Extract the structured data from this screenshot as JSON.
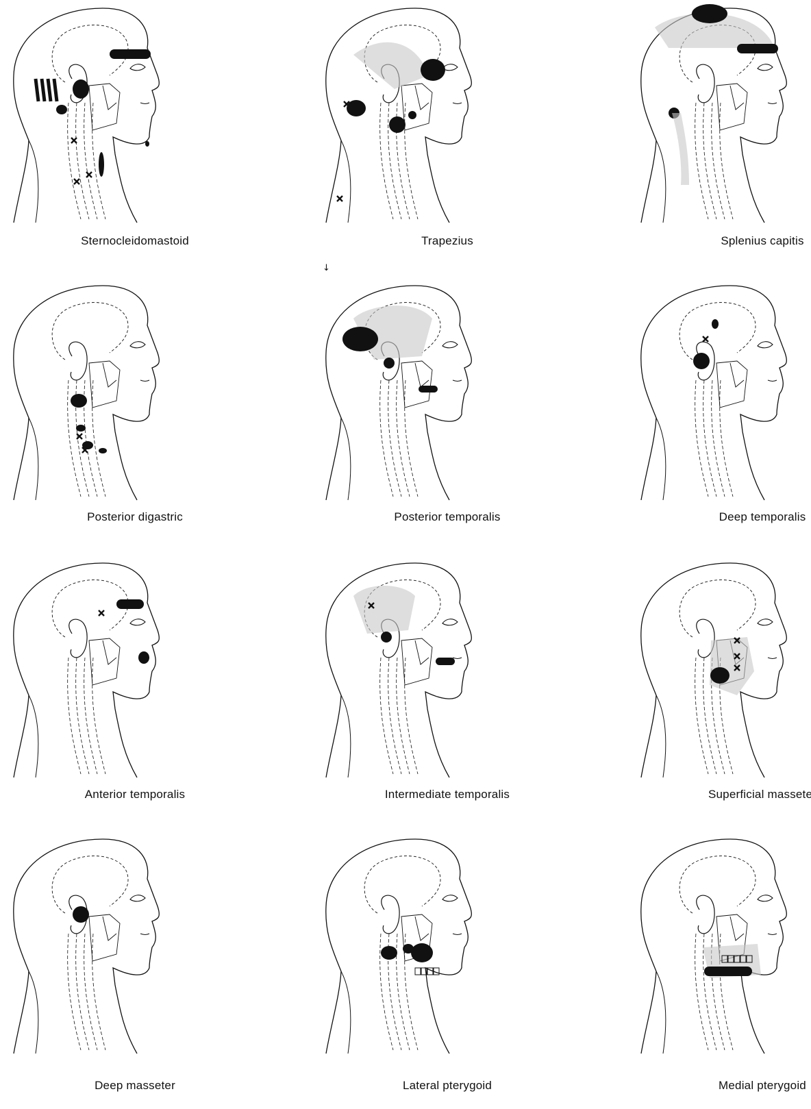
{
  "figure": {
    "panels": [
      {
        "id": "scm",
        "label": "Sternocleidomastoid",
        "zones": [
          "temple-band",
          "ear-blob",
          "occipital-stripes",
          "jaw-tip"
        ],
        "markers": 3
      },
      {
        "id": "trap",
        "label": "Trapezius",
        "zones": [
          "temple-blob",
          "jaw-blob",
          "cheek-dot",
          "occipital-blob"
        ],
        "markers": 2
      },
      {
        "id": "spl",
        "label": "Splenius capitis",
        "zones": [
          "crown-cap",
          "vertex-shade",
          "brow-band",
          "neck-blob"
        ],
        "markers": 0
      },
      {
        "id": "pdig",
        "label": "Posterior digastric",
        "zones": [
          "ear-blob",
          "jaw-blotches"
        ],
        "markers": 2
      },
      {
        "id": "ptem",
        "label": "Posterior temporalis",
        "zones": [
          "occipital-blob",
          "ear-blob",
          "chin-band",
          "temporal-shade"
        ],
        "markers": 0
      },
      {
        "id": "dtem",
        "label": "Deep temporalis",
        "zones": [
          "temple-spot",
          "ear-blob"
        ],
        "markers": 1
      },
      {
        "id": "atem",
        "label": "Anterior temporalis",
        "zones": [
          "brow-band",
          "lip-blob"
        ],
        "markers": 1
      },
      {
        "id": "item",
        "label": "Intermediate temporalis",
        "zones": [
          "temporal-shade",
          "ear-blob",
          "chin-band"
        ],
        "markers": 1
      },
      {
        "id": "smas",
        "label": "Superficial masseter",
        "zones": [
          "masseter-area",
          "jaw-shade"
        ],
        "markers": 3
      },
      {
        "id": "dmas",
        "label": "Deep masseter",
        "zones": [
          "ear-blob"
        ],
        "markers": 0
      },
      {
        "id": "lpt",
        "label": "Lateral pterygoid",
        "zones": [
          "ear-blob",
          "cheek-blob",
          "teeth"
        ],
        "markers": 0
      },
      {
        "id": "mpt",
        "label": "Medial pterygoid",
        "zones": [
          "jaw-band",
          "teeth"
        ],
        "markers": 0
      }
    ],
    "ink_color": "#111111",
    "shade_color": "#c8c8c8"
  }
}
